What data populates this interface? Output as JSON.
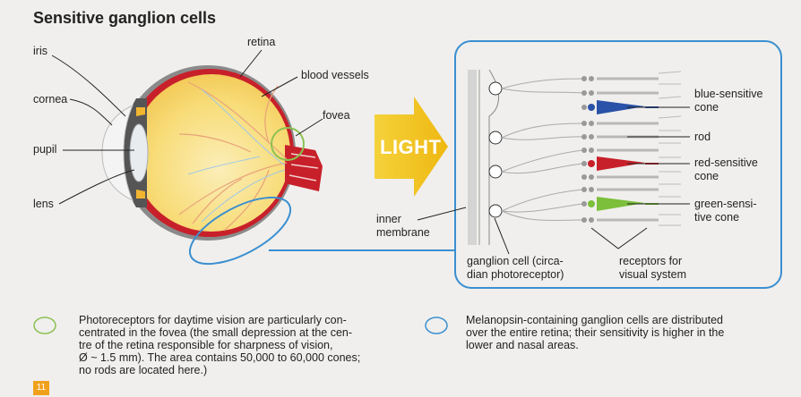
{
  "title": "Sensitive ganglion cells",
  "labels": {
    "iris": "iris",
    "cornea": "cornea",
    "pupil": "pupil",
    "lens": "lens",
    "retina": "retina",
    "blood_vessels": "blood vessels",
    "fovea": "fovea",
    "light": "LIGHT",
    "inner_membrane_1": "inner",
    "inner_membrane_2": "membrane",
    "ganglion_1": "ganglion cell (circa-",
    "ganglion_2": "dian photoreceptor)",
    "receptors_1": "receptors for",
    "receptors_2": "visual system",
    "blue_cone_1": "blue-sensitive",
    "blue_cone_2": "cone",
    "rod": "rod",
    "red_cone_1": "red-sensitive",
    "red_cone_2": "cone",
    "green_cone_1": "green-sensi-",
    "green_cone_2": "tive cone"
  },
  "legend": {
    "green": [
      "Photoreceptors for daytime vision are particularly con-",
      "centrated in the fovea (the small depression at the cen-",
      "tre of the retina responsible for sharpness of vision,",
      "Ø ~ 1.5 mm). The area contains 50,000 to 60,000 cones;",
      "no rods are located here.)"
    ],
    "blue": [
      "Melanopsin-containing ganglion cells are distributed",
      "over the entire retina; their sensitivity is higher in the",
      "lower and nasal areas."
    ]
  },
  "page_number": "11",
  "colors": {
    "retina_red": "#c8202a",
    "eye_yellow": "#f7d66a",
    "light_arrow": "#f2c21a",
    "blue_outline": "#3a8fd0",
    "green_outline": "#8cc152",
    "blue_cone": "#2a52a8",
    "red_cone": "#c8202a",
    "green_cone": "#7bbf3a"
  }
}
